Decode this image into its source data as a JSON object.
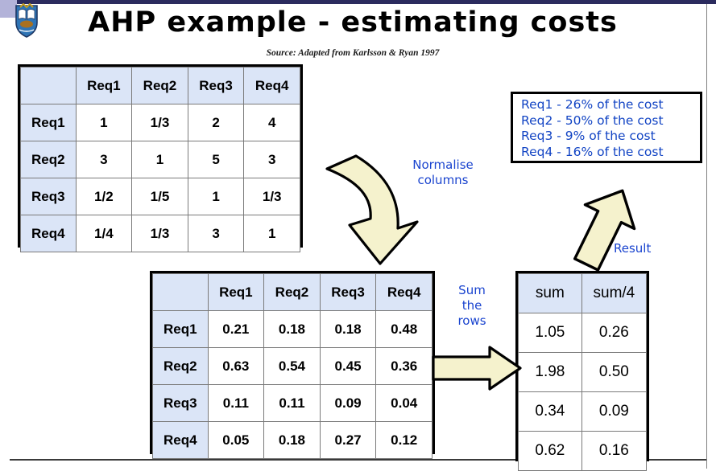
{
  "slide": {
    "title": "AHP example - estimating costs",
    "source": "Source: Adapted from Karlsson & Ryan 1997",
    "logo_name": "university-crest-logo"
  },
  "colors": {
    "header_fill": "#dbe5f7",
    "annotation_blue": "#1a44cf",
    "result_text_blue": "#1244c4",
    "arrow_fill": "#f5f2cd",
    "table_border": "#000000",
    "top_band": "#2b2b5e"
  },
  "comparison_table": {
    "name": "pairwise-comparison-matrix",
    "corner": "",
    "columns": [
      "Req1",
      "Req2",
      "Req3",
      "Req4"
    ],
    "rows": [
      {
        "header": "Req1",
        "cells": [
          "1",
          "1/3",
          "2",
          "4"
        ]
      },
      {
        "header": "Req2",
        "cells": [
          "3",
          "1",
          "5",
          "3"
        ]
      },
      {
        "header": "Req3",
        "cells": [
          "1/2",
          "1/5",
          "1",
          "1/3"
        ]
      },
      {
        "header": "Req4",
        "cells": [
          "1/4",
          "1/3",
          "3",
          "1"
        ]
      }
    ]
  },
  "normalised_table": {
    "name": "normalised-matrix",
    "corner": "",
    "columns": [
      "Req1",
      "Req2",
      "Req3",
      "Req4"
    ],
    "rows": [
      {
        "header": "Req1",
        "cells": [
          "0.21",
          "0.18",
          "0.18",
          "0.48"
        ]
      },
      {
        "header": "Req2",
        "cells": [
          "0.63",
          "0.54",
          "0.45",
          "0.36"
        ]
      },
      {
        "header": "Req3",
        "cells": [
          "0.11",
          "0.11",
          "0.09",
          "0.04"
        ]
      },
      {
        "header": "Req4",
        "cells": [
          "0.05",
          "0.18",
          "0.27",
          "0.12"
        ]
      }
    ]
  },
  "sum_table": {
    "name": "row-sum-table",
    "columns": [
      "sum",
      "sum/4"
    ],
    "rows": [
      [
        "1.05",
        "0.26"
      ],
      [
        "1.98",
        "0.50"
      ],
      [
        "0.34",
        "0.09"
      ],
      [
        "0.62",
        "0.16"
      ]
    ]
  },
  "result_box": {
    "name": "cost-result-box",
    "lines": [
      "Req1 - 26% of the cost",
      "Req2 - 50% of the cost",
      "Req3 - 9% of the cost",
      "Req4 - 16% of the cost"
    ]
  },
  "annotations": {
    "normalise": "Normalise\ncolumns",
    "normalise_line1": "Normalise",
    "normalise_line2": "columns",
    "sum_line1": "Sum",
    "sum_line2": "the",
    "sum_line3": "rows",
    "result": "Result"
  },
  "arrows": {
    "normalise_arrow": "curved-down-arrow",
    "sum_arrow": "right-arrow",
    "result_arrow": "up-right-arrow"
  }
}
